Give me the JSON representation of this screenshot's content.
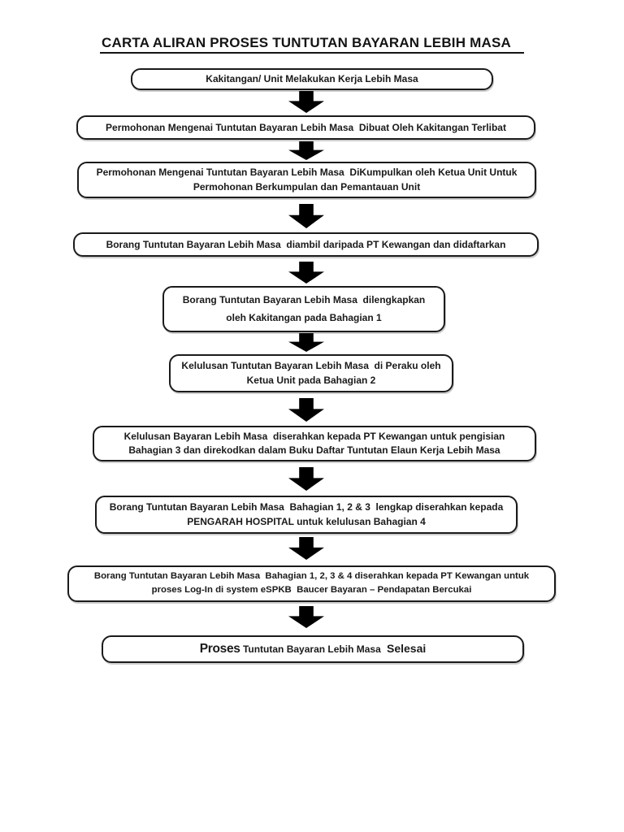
{
  "document": {
    "title": "CARTA ALIRAN PROSES TUNTUTAN BAYARAN LEBIH MASA",
    "language": "Malay",
    "page_background": "#ffffff"
  },
  "flowchart": {
    "type": "flowchart",
    "direction": "top-to-bottom",
    "box_fill": "#ffffff",
    "box_border_color": "#1b1b1b",
    "text_color": "#1a1a1a",
    "arrow_color": "#000000",
    "connector_count": 9,
    "steps": [
      {
        "id": 1,
        "lines": [
          "Kakitangan/ Unit Melakukan Kerja Lebih Masa"
        ]
      },
      {
        "id": 2,
        "lines": [
          "Permohonan Mengenai Tuntutan Bayaran Lebih Masa  Dibuat Oleh Kakitangan Terlibat"
        ]
      },
      {
        "id": 3,
        "lines": [
          "Permohonan Mengenai Tuntutan Bayaran Lebih Masa  DiKumpulkan oleh Ketua Unit Untuk",
          "Permohonan Berkumpulan dan Pemantauan Unit"
        ]
      },
      {
        "id": 4,
        "lines": [
          "Borang Tuntutan Bayaran Lebih Masa  diambil daripada PT Kewangan dan didaftarkan"
        ]
      },
      {
        "id": 5,
        "lines": [
          "Borang Tuntutan Bayaran Lebih Masa  dilengkapkan",
          "oleh Kakitangan pada Bahagian 1"
        ]
      },
      {
        "id": 6,
        "lines": [
          "Kelulusan Tuntutan Bayaran Lebih Masa  di Peraku oleh",
          "Ketua Unit pada Bahagian 2"
        ]
      },
      {
        "id": 7,
        "lines": [
          "Kelulusan Bayaran Lebih Masa  diserahkan kepada PT Kewangan untuk pengisian",
          "Bahagian 3 dan direkodkan dalam Buku Daftar Tuntutan Elaun Kerja Lebih Masa"
        ]
      },
      {
        "id": 8,
        "lines": [
          "Borang Tuntutan Bayaran Lebih Masa  Bahagian 1, 2 & 3  lengkap diserahkan kepada",
          "PENGARAH HOSPITAL untuk kelulusan Bahagian 4"
        ]
      },
      {
        "id": 9,
        "lines": [
          "Borang Tuntutan Bayaran Lebih Masa  Bahagian 1, 2, 3 & 4 diserahkan kepada PT Kewangan untuk",
          "proses Log-In di system eSPKB  Baucer Bayaran – Pendapatan Bercukai"
        ]
      },
      {
        "id": 10,
        "parts": [
          {
            "text": "Proses",
            "emphasis": "large"
          },
          {
            "text": " Tuntutan Bayaran Lebih Masa ",
            "emphasis": "normal"
          },
          {
            "text": " Selesai",
            "emphasis": "medium"
          }
        ]
      }
    ]
  }
}
